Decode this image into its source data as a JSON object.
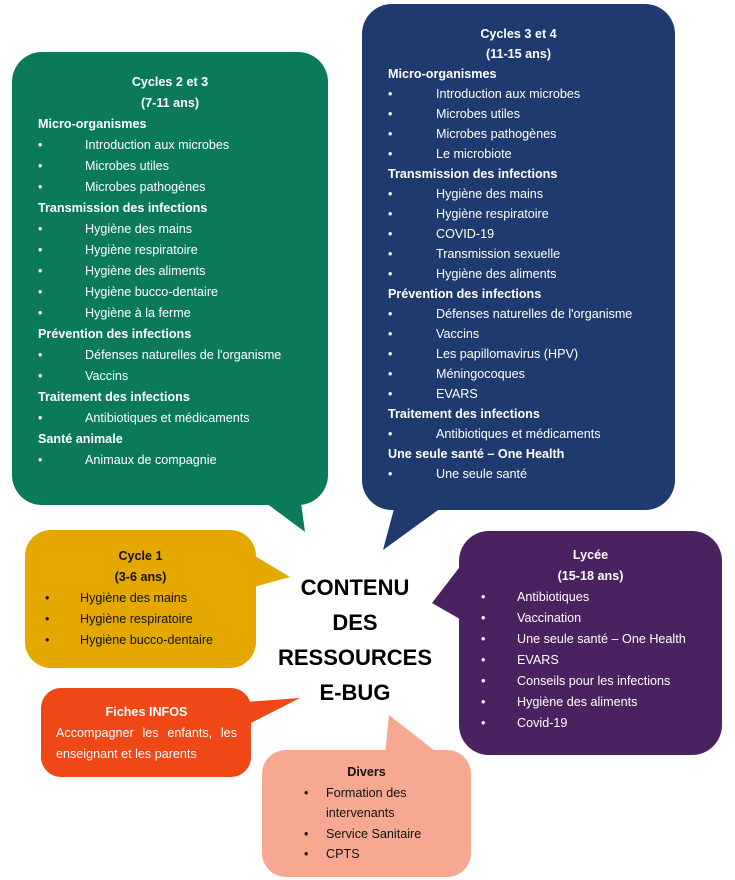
{
  "colors": {
    "green": "#0b7a5a",
    "navy": "#1f3a6e",
    "yellow": "#e4a800",
    "purple": "#4a2260",
    "orange": "#ef4715",
    "salmon": "#f6a990"
  },
  "center": {
    "lines": [
      "CONTENU",
      "DES",
      "RESSOURCES",
      "E-BUG"
    ]
  },
  "boxes": {
    "green": {
      "title": [
        "Cycles 2 et 3",
        "(7-11 ans)"
      ],
      "sections": [
        {
          "heading": "Micro-organismes",
          "items": [
            "Introduction aux microbes",
            "Microbes utiles",
            "Microbes pathogènes"
          ]
        },
        {
          "heading": "Transmission des infections",
          "items": [
            "Hygiène des mains",
            "Hygiène respiratoire",
            "Hygiène des aliments",
            "Hygiène bucco-dentaire",
            "Hygiène à la ferme"
          ]
        },
        {
          "heading": "Prévention des infections",
          "items": [
            "Défenses naturelles de l'organisme",
            "Vaccins"
          ]
        },
        {
          "heading": "Traitement des infections",
          "items": [
            "Antibiotiques et médicaments"
          ]
        },
        {
          "heading": "Santé animale",
          "items": [
            "Animaux de compagnie"
          ]
        }
      ]
    },
    "navy": {
      "title": [
        "Cycles 3 et 4",
        "(11-15 ans)"
      ],
      "sections": [
        {
          "heading": "Micro-organismes",
          "items": [
            "Introduction aux microbes",
            "Microbes utiles",
            "Microbes pathogènes",
            "Le microbiote"
          ]
        },
        {
          "heading": "Transmission des infections",
          "items": [
            "Hygiène des mains",
            "Hygiène respiratoire",
            "COVID-19",
            "Transmission sexuelle",
            "Hygiène des aliments"
          ]
        },
        {
          "heading": "Prévention des infections",
          "items": [
            "Défenses naturelles de l'organisme",
            "Vaccins",
            "Les papillomavirus (HPV)",
            "Méningocoques",
            "EVARS"
          ]
        },
        {
          "heading": "Traitement des infections",
          "items": [
            "Antibiotiques et médicaments"
          ]
        },
        {
          "heading": "Une seule santé – One Health",
          "items": [
            "Une seule santé"
          ]
        }
      ]
    },
    "yellow": {
      "title": [
        "Cycle 1",
        "(3-6 ans)"
      ],
      "sections": [
        {
          "heading": "",
          "items": [
            "Hygiène des mains",
            "Hygiène respiratoire",
            "Hygiène bucco-dentaire"
          ]
        }
      ]
    },
    "purple": {
      "title": [
        "Lycée",
        "(15-18 ans)"
      ],
      "sections": [
        {
          "heading": "",
          "items": [
            "Antibiotiques",
            "Vaccination",
            "Une seule santé – One Health",
            "EVARS",
            "Conseils pour les infections",
            "Hygiène des aliments",
            "Covid-19"
          ]
        }
      ]
    },
    "salmon": {
      "title": [
        "Divers"
      ],
      "sections": [
        {
          "heading": "",
          "items": [
            "Formation des intervenants",
            "Service Sanitaire",
            "CPTS"
          ]
        }
      ]
    }
  },
  "orange": {
    "title": "Fiches INFOS",
    "text": "Accompagner les enfants, les enseignant et les parents"
  },
  "bullet": "•"
}
